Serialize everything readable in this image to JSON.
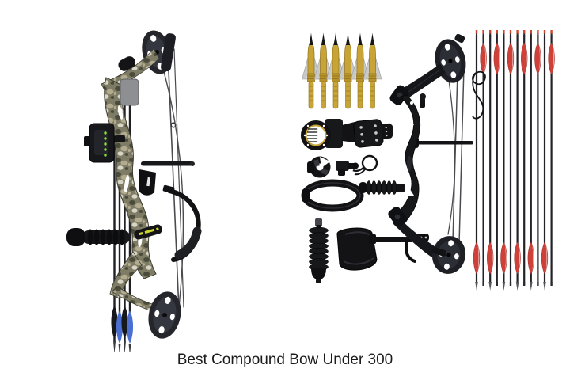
{
  "caption": {
    "text": "Best Compound Bow Under 300"
  },
  "scene": {
    "left_product": {
      "name": "camouflage compound bow",
      "parts": [
        "top cam",
        "bottom cam",
        "camo riser",
        "camo split limbs",
        "bowstring and cables",
        "peep sight",
        "pin bow sight",
        "cable guard rod",
        "front stabilizer",
        "grip wrap",
        "wrist sling",
        "quiver hood",
        "4 arrows with blue and black vanes"
      ]
    },
    "right_product": {
      "name": "black compound bow kit",
      "accessories": [
        "6 broadheads with gold ferrules and steel blades",
        "5-pin bow sight",
        "mounting bracket",
        "brush arrow rest",
        "arrow rest clamp",
        "d-loop cord",
        "arm guard",
        "rubber stabilizer",
        "wrist strap release aid"
      ],
      "bow_parts": [
        "top cam",
        "bottom cam",
        "riser",
        "split limbs",
        "strings and cables",
        "cable rod",
        "mini stabilizer"
      ],
      "arrows": {
        "count": 12,
        "vane_color": "red",
        "shaft_color": "black"
      }
    },
    "colors": {
      "background": "#ffffff",
      "caption-ink": "#1b1b1b",
      "bow-black": "#17181a",
      "cam-gray": "#24262c",
      "string-gray": "#4b4b4f",
      "camo-olive": "#7e7c65",
      "camo-dark": "#4a4b3a",
      "camo-light": "#b3ab90",
      "camo-pale": "#d8d4c6",
      "gold": "#c8a437",
      "gold-dark": "#8f731c",
      "blade-silver": "#c9c9c7",
      "vane-red": "#cf4038",
      "vane-blue": "#4a6fd0",
      "sight-green": "#86e62e",
      "band-yellow": "#cdd829"
    }
  }
}
